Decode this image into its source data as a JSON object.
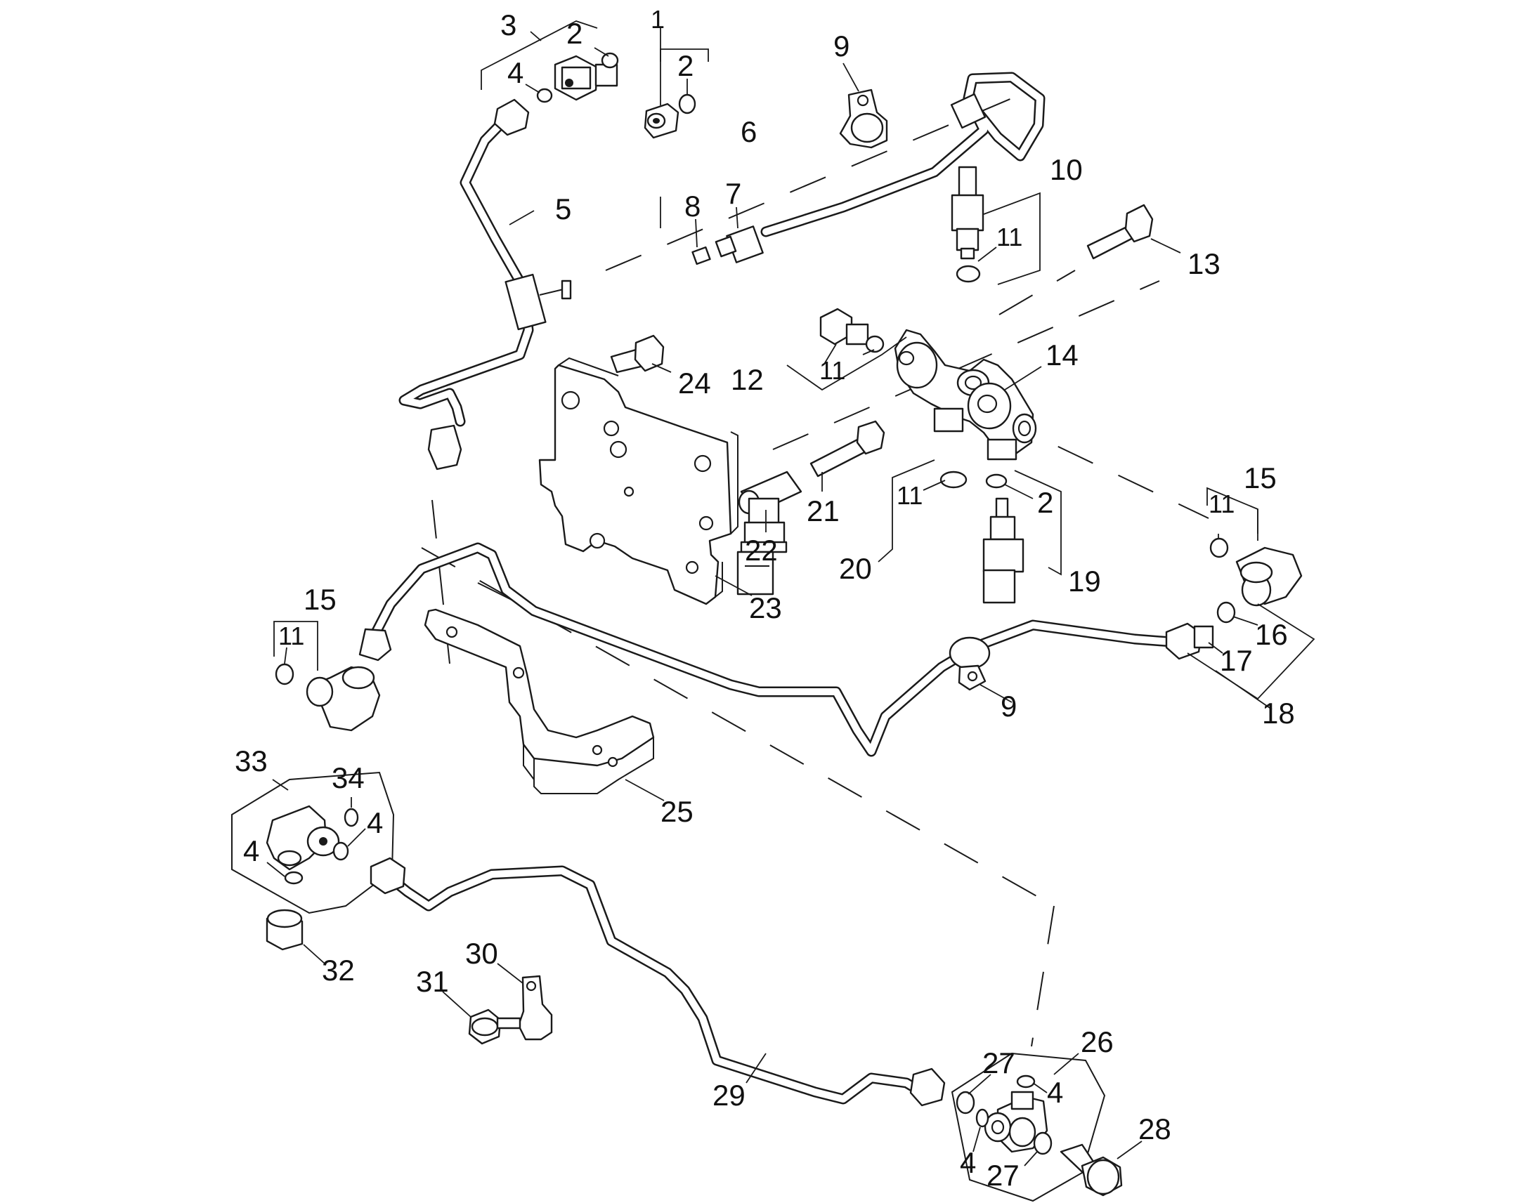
{
  "callouts": {
    "c1": "1",
    "c2a": "2",
    "c2b": "2",
    "c2c": "2",
    "c3": "3",
    "c4a": "4",
    "c4b": "4",
    "c4c": "4",
    "c4d": "4",
    "c4e": "4",
    "c5": "5",
    "c6": "6",
    "c7": "7",
    "c8": "8",
    "c9a": "9",
    "c9b": "9",
    "c10": "10",
    "c11a": "11",
    "c11b": "11",
    "c11c": "11",
    "c11d": "11",
    "c11e": "11",
    "c12": "12",
    "c13": "13",
    "c14": "14",
    "c15a": "15",
    "c15b": "15",
    "c16": "16",
    "c17": "17",
    "c18": "18",
    "c19": "19",
    "c20": "20",
    "c21": "21",
    "c22": "22",
    "c23": "23",
    "c24": "24",
    "c25": "25",
    "c26": "26",
    "c27a": "27",
    "c27b": "27",
    "c28": "28",
    "c29": "29",
    "c30": "30",
    "c31": "31",
    "c32": "32",
    "c33": "33",
    "c34": "34"
  },
  "colors": {
    "line": "#1a1a1a",
    "background": "#ffffff"
  }
}
